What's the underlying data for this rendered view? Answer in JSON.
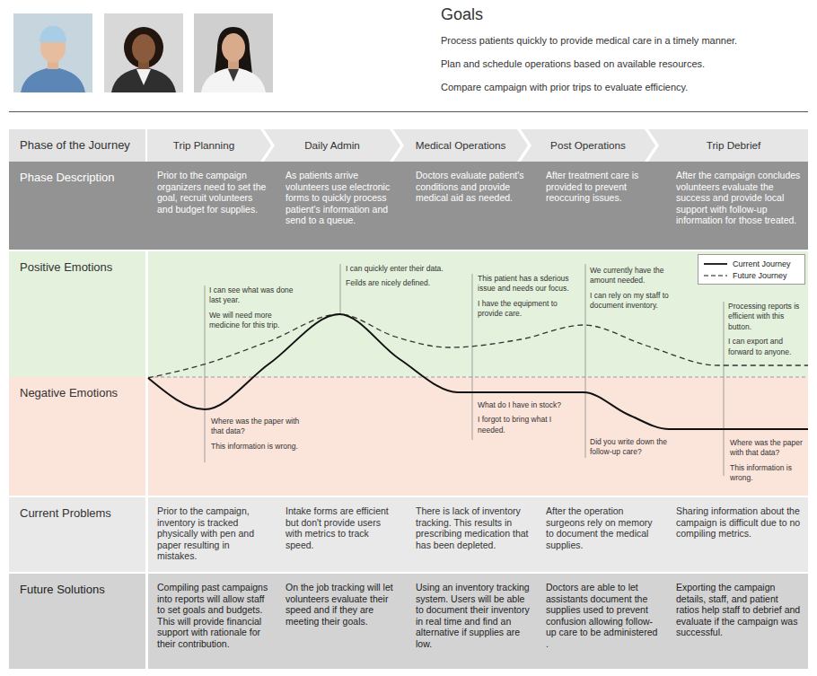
{
  "diagram": {
    "title": "Goals",
    "nodes": [
      {
        "text": [
          "Phase of the Journey"
        ]
      },
      {
        "text": [
          "Trip Planning"
        ],
        "in": 0
      },
      {
        "text": [
          "Daily Admin"
        ],
        "in": 0
      },
      {
        "text": [
          "Medical Operations"
        ],
        "in": 0
      },
      {
        "text": [
          "Post Operations"
        ],
        "in": 0
      },
      {
        "text": [
          "Trip Debrief"
        ],
        "in": 0
      },
      {
        "text": [
          "Phase Description"
        ]
      },
      {
        "text": [
          "Prior to the campaign organizers need to set the goal, recruit volunteers and budget for supplies."
        ],
        "in": 6
      },
      {
        "text": [
          "As patients arrive volunteers use electronic forms to quickly process patient's information and send to a queue."
        ],
        "in": 6
      },
      {
        "text": [
          "Doctors evaluate patient's conditions and provide medical aid as needed."
        ],
        "in": 6
      },
      {
        "text": [
          "After treatment care is provided to prevent reoccuring issues."
        ],
        "in": 6
      },
      {
        "text": [
          "After the campaign concludes volunteers evaluate the success and provide local support with follow-up information for those treated."
        ],
        "in": 6
      },
      {
        "text": [
          "Positive Emotions"
        ]
      },
      {
        "text": [
          "Negative Emotions"
        ]
      },
      {
        "text": [
          "Current Problems"
        ]
      },
      {
        "text": [
          "Prior to the campaign, inventory is tracked physically with pen and paper resulting in mistakes."
        ],
        "in": 14
      },
      {
        "text": [
          "Intake forms are efficient but don't provide users with metrics to track speed."
        ],
        "in": 14
      },
      {
        "text": [
          "There is lack of inventory tracking. This results in prescribing medication that has been depleted."
        ],
        "in": 14
      },
      {
        "text": [
          "After the operation surgeons rely on memory to document the medical supplies."
        ],
        "in": 14
      },
      {
        "text": [
          "Sharing information about the campaign is difficult due to no compiling metrics."
        ],
        "in": 14
      },
      {
        "text": [
          "Future Solutions"
        ]
      },
      {
        "text": [
          "Compiling past campaigns into reports will allow staff to set goals and budgets. This will provide financial support with rationale for their contribution."
        ],
        "in": 20
      },
      {
        "text": [
          "On the job tracking will let volunteers evaluate their speed and if they are meeting their goals."
        ],
        "in": 20
      },
      {
        "text": [
          "Using an inventory tracking system. Users will be able to document their inventory in real time and find an alternative if supplies are low."
        ],
        "in": 20
      },
      {
        "text": [
          "Doctors are able to let assistants document the supplies used to prevent confusion allowing follow-up care to be administered ."
        ],
        "in": 20
      },
      {
        "text": [
          "Exporting the campaign details, staff, and patient ratios help staff to debrief and evaluate if the campaign was successful."
        ],
        "in": 20
      }
    ],
    "labels": [
      "Process patients quickly to provide medical care in a timely manner.",
      "Plan and schedule operations based on available resources.",
      "Compare campaign with prior trips to evaluate efficiency.",
      "I can see what was done last year.",
      "We will need more medicine for this trip.",
      "I can quickly enter their data.",
      "Feilds are nicely defined.",
      "This patient has a sderious issue and needs our focus.",
      "I have the equipment to provide care.",
      "We currently have the amount needed.",
      "I can rely on my staff to document inventory.",
      "Processing reports is efficient with this button.",
      "I can export and forward to anyone.",
      "Where was the paper with that data?",
      "This information is wrong.",
      "What do I have in stock?",
      "I forgot to bring what I needed.",
      "Did you write down the follow-up care?",
      "Where was the paper with that data?",
      "This information is wrong."
    ],
    "legend": [
      {
        "text": "Current Journey"
      },
      {
        "text": "Future Journey"
      }
    ]
  }
}
